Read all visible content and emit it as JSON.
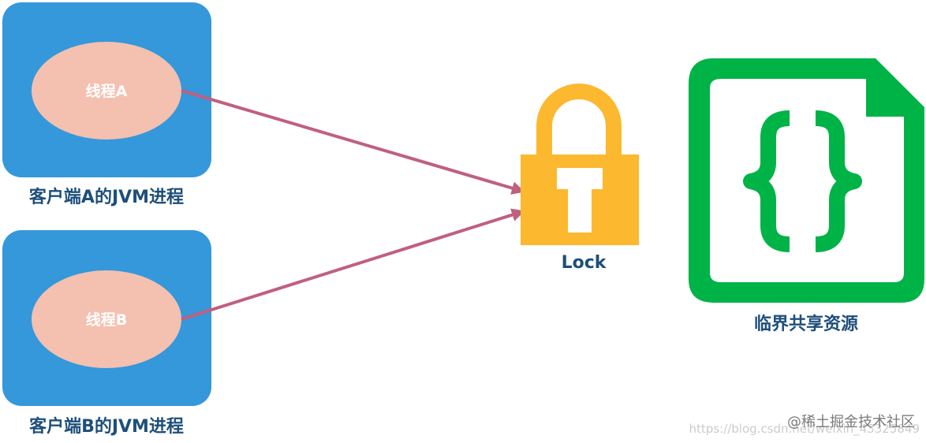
{
  "colors": {
    "process_box": "#3498db",
    "thread_ellipse": "#f4c0b0",
    "arrow": "#c0607e",
    "lock": "#fcb82e",
    "resource": "#00b347",
    "label_text": "#1e4f7a",
    "thread_text": "#ffffff",
    "watermark_a": "#7a7a7a",
    "watermark_b": "#cccccc"
  },
  "process_a": {
    "label": "客户端A的JVM进程",
    "thread": "线程A"
  },
  "process_b": {
    "label": "客户端B的JVM进程",
    "thread": "线程B"
  },
  "lock": {
    "icon": "padlock-icon",
    "label": "Lock"
  },
  "resource": {
    "icon": "code-file-icon",
    "label": "临界共享资源"
  },
  "watermark": {
    "primary": "@稀土掘金技术社区",
    "secondary": "https://blog.csdn.net/weixin_43325849"
  }
}
